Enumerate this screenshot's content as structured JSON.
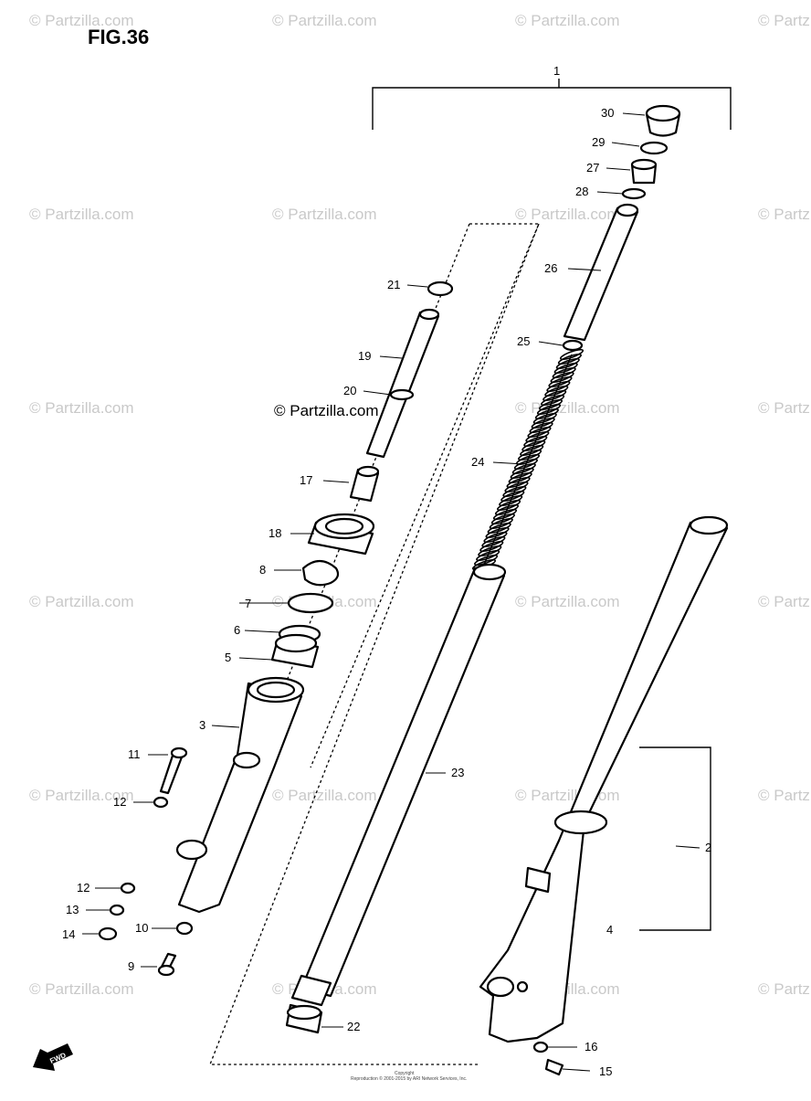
{
  "figure": {
    "title": "FIG.36"
  },
  "watermark": {
    "text": "© Partzilla.com",
    "center_text": "© Partzilla.com"
  },
  "fwd_label": "FWD",
  "footer": {
    "line1": "Copyright",
    "line2": "Reproduction © 2001-2015 by ARI Network Services, Inc."
  },
  "callouts": {
    "c1": "1",
    "c2": "2",
    "c3": "3",
    "c4": "4",
    "c5": "5",
    "c6": "6",
    "c7": "7",
    "c8": "8",
    "c9": "9",
    "c10": "10",
    "c11": "11",
    "c12a": "12",
    "c12b": "12",
    "c13": "13",
    "c14": "14",
    "c15": "15",
    "c16": "16",
    "c17": "17",
    "c18": "18",
    "c19": "19",
    "c20": "20",
    "c21": "21",
    "c22": "22",
    "c23": "23",
    "c24": "24",
    "c25": "25",
    "c26": "26",
    "c27": "27",
    "c28": "28",
    "c29": "29",
    "c30": "30"
  }
}
